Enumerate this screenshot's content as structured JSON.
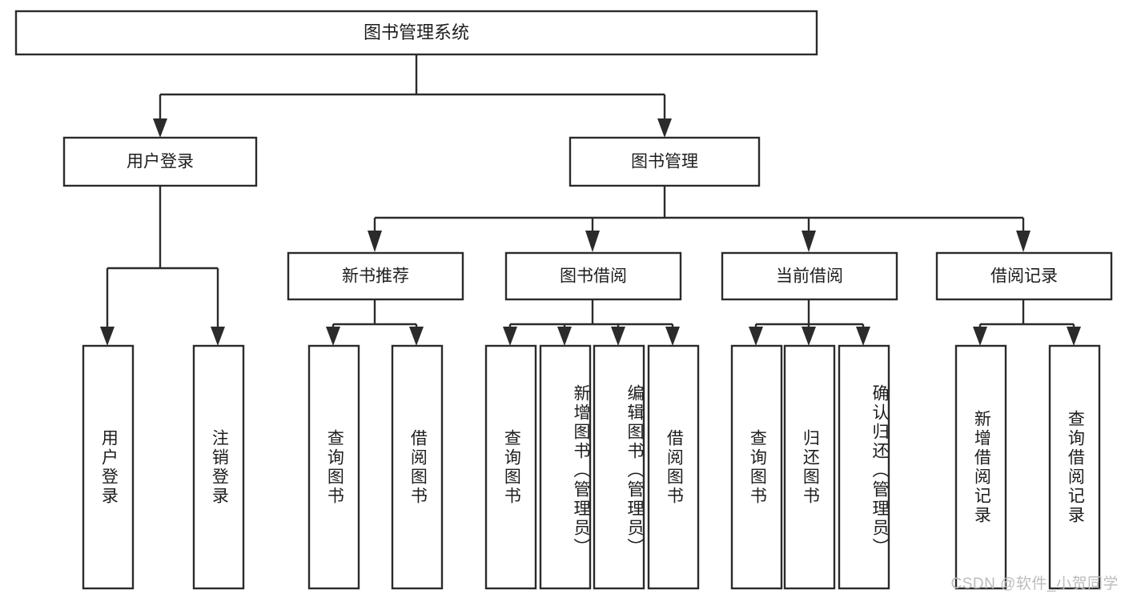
{
  "diagram": {
    "title": "图书管理系统",
    "type": "hierarchy-tree",
    "root": {
      "label": "图书管理系统"
    },
    "level1": [
      {
        "label": "用户登录"
      },
      {
        "label": "图书管理"
      }
    ],
    "level2": [
      {
        "label": "新书推荐",
        "parent": "图书管理"
      },
      {
        "label": "图书借阅",
        "parent": "图书管理"
      },
      {
        "label": "当前借阅",
        "parent": "图书管理"
      },
      {
        "label": "借阅记录",
        "parent": "图书管理"
      }
    ],
    "leaves": {
      "user_login": [
        {
          "label": "用户登录"
        },
        {
          "label": "注销登录"
        }
      ],
      "new_book_recommend": [
        {
          "label": "查询图书"
        },
        {
          "label": "借阅图书"
        }
      ],
      "book_borrow": [
        {
          "label": "查询图书"
        },
        {
          "label": "新增图书（管理员）"
        },
        {
          "label": "编辑图书（管理员）"
        },
        {
          "label": "借阅图书"
        }
      ],
      "current_borrow": [
        {
          "label": "查询图书"
        },
        {
          "label": "归还图书"
        },
        {
          "label": "确认归还（管理员）"
        }
      ],
      "borrow_record": [
        {
          "label": "新增借阅记录"
        },
        {
          "label": "查询借阅记录"
        }
      ]
    }
  },
  "watermark": {
    "text": "CSDN @软件_小贺同学"
  },
  "colors": {
    "stroke": "#2b2b2b",
    "fill": "#ffffff",
    "text": "#1d1d1d",
    "watermark": "#bcbcbc"
  }
}
